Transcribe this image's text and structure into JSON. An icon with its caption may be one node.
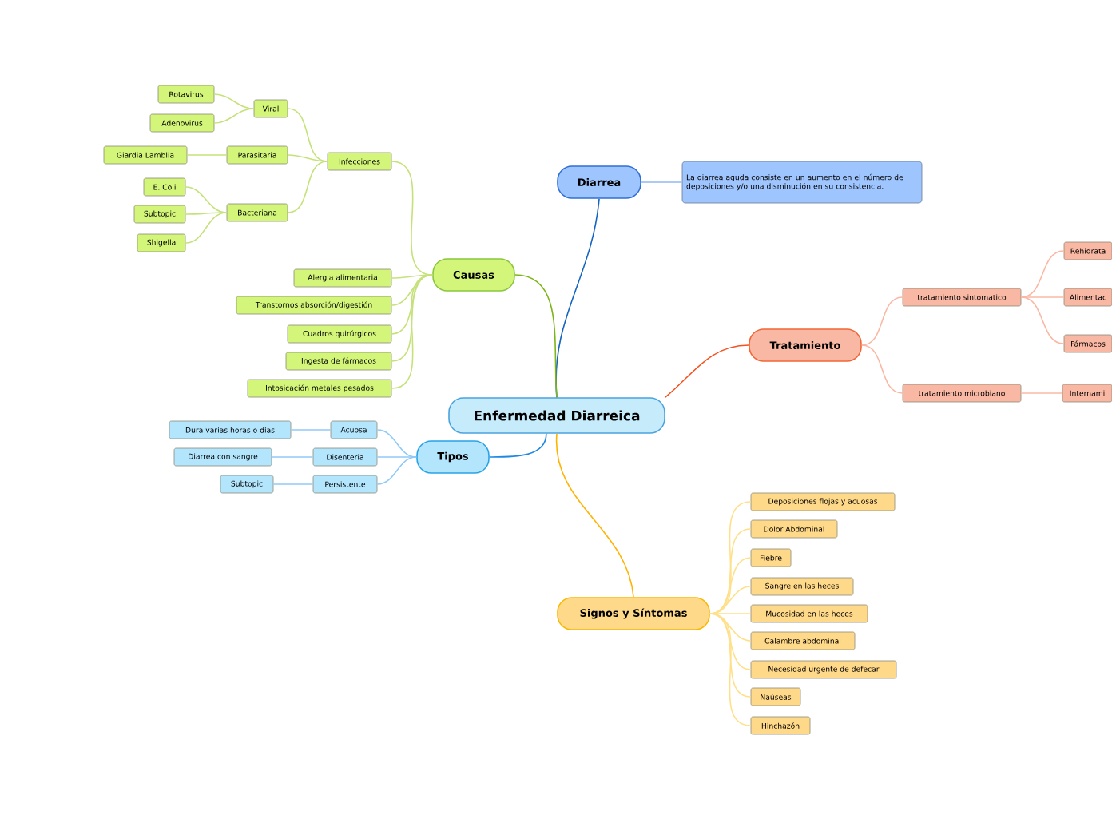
{
  "diagram": {
    "nodes": [
      {
        "text": [
          "Enfermedad Diarreica"
        ]
      },
      {
        "text": [
          "Diarrea"
        ]
      },
      {
        "text": [
          "La diarrea aguda consiste en un aumento en el número de deposiciones y/o una disminución en su consistencia."
        ]
      },
      {
        "text": [
          "Tratamiento"
        ]
      },
      {
        "text": [
          "tratamiento sintomatico"
        ]
      },
      {
        "text": [
          "tratamiento microbiano"
        ]
      },
      {
        "text": [
          "Rehidrata"
        ]
      },
      {
        "text": [
          "Alimentac"
        ]
      },
      {
        "text": [
          "Fármacos"
        ]
      },
      {
        "text": [
          "Internami"
        ]
      },
      {
        "text": [
          "Signos y Síntomas"
        ]
      },
      {
        "text": [
          "Deposiciones flojas y acuosas"
        ]
      },
      {
        "text": [
          "Dolor Abdominal"
        ]
      },
      {
        "text": [
          "Fiebre"
        ]
      },
      {
        "text": [
          "Sangre en las heces"
        ]
      },
      {
        "text": [
          "Mucosidad en las heces"
        ]
      },
      {
        "text": [
          "Calambre abdominal"
        ]
      },
      {
        "text": [
          "Necesidad urgente de defecar"
        ]
      },
      {
        "text": [
          "Naúseas"
        ]
      },
      {
        "text": [
          "Hinchazón"
        ]
      },
      {
        "text": [
          "Causas"
        ]
      },
      {
        "text": [
          "Infecciones"
        ]
      },
      {
        "text": [
          "Viral"
        ]
      },
      {
        "text": [
          "Parasitaria"
        ]
      },
      {
        "text": [
          "Bacteriana"
        ]
      },
      {
        "text": [
          "Rotavirus"
        ]
      },
      {
        "text": [
          "Adenovirus"
        ]
      },
      {
        "text": [
          "Giardia Lamblia"
        ]
      },
      {
        "text": [
          "E. Coli"
        ]
      },
      {
        "text": [
          "Subtopic"
        ]
      },
      {
        "text": [
          "Shigella"
        ]
      },
      {
        "text": [
          "Alergia alimentaria"
        ]
      },
      {
        "text": [
          "Transtornos absorción/digestión"
        ]
      },
      {
        "text": [
          "Cuadros quirúrgicos"
        ]
      },
      {
        "text": [
          "Ingesta de fármacos"
        ]
      },
      {
        "text": [
          "Intosicación metales pesados"
        ]
      },
      {
        "text": [
          "Tipos"
        ]
      },
      {
        "text": [
          "Acuosa"
        ]
      },
      {
        "text": [
          "Disenteria"
        ]
      },
      {
        "text": [
          "Persistente"
        ]
      },
      {
        "text": [
          "Dura varias horas o días"
        ]
      },
      {
        "text": [
          "Diarrea con sangre"
        ]
      },
      {
        "text": [
          "Subtopic"
        ]
      }
    ],
    "edges": [
      {
        "from": 0,
        "to": 1,
        "arrow": "none",
        "color": "#1565c0"
      },
      {
        "from": 1,
        "to": 2,
        "arrow": "none",
        "color": "#90b8f0"
      },
      {
        "from": 0,
        "to": 3,
        "arrow": "none",
        "color": "#f4511e"
      },
      {
        "from": 3,
        "to": 4,
        "arrow": "none",
        "color": "#f9b8a4"
      },
      {
        "from": 3,
        "to": 5,
        "arrow": "none",
        "color": "#f9b8a4"
      },
      {
        "from": 4,
        "to": 6,
        "arrow": "none",
        "color": "#f9b8a4"
      },
      {
        "from": 4,
        "to": 7,
        "arrow": "none",
        "color": "#f9b8a4"
      },
      {
        "from": 4,
        "to": 8,
        "arrow": "none",
        "color": "#f9b8a4"
      },
      {
        "from": 5,
        "to": 9,
        "arrow": "none",
        "color": "#f9b8a4"
      },
      {
        "from": 0,
        "to": 10,
        "arrow": "none",
        "color": "#ffb300"
      },
      {
        "from": 10,
        "to": 11,
        "arrow": "none",
        "color": "#ffe08a"
      },
      {
        "from": 10,
        "to": 12,
        "arrow": "none",
        "color": "#ffe08a"
      },
      {
        "from": 10,
        "to": 13,
        "arrow": "none",
        "color": "#ffe08a"
      },
      {
        "from": 10,
        "to": 14,
        "arrow": "none",
        "color": "#ffe08a"
      },
      {
        "from": 10,
        "to": 15,
        "arrow": "none",
        "color": "#ffe08a"
      },
      {
        "from": 10,
        "to": 16,
        "arrow": "none",
        "color": "#ffe08a"
      },
      {
        "from": 10,
        "to": 17,
        "arrow": "none",
        "color": "#ffe08a"
      },
      {
        "from": 10,
        "to": 18,
        "arrow": "none",
        "color": "#ffe08a"
      },
      {
        "from": 10,
        "to": 19,
        "arrow": "none",
        "color": "#ffe08a"
      },
      {
        "from": 0,
        "to": 20,
        "arrow": "none",
        "color": "#7cb518"
      },
      {
        "from": 20,
        "to": 21,
        "arrow": "none",
        "color": "#c5e27a"
      },
      {
        "from": 21,
        "to": 22,
        "arrow": "none",
        "color": "#c5e27a"
      },
      {
        "from": 21,
        "to": 23,
        "arrow": "none",
        "color": "#c5e27a"
      },
      {
        "from": 21,
        "to": 24,
        "arrow": "none",
        "color": "#c5e27a"
      },
      {
        "from": 22,
        "to": 25,
        "arrow": "none",
        "color": "#c5e27a"
      },
      {
        "from": 22,
        "to": 26,
        "arrow": "none",
        "color": "#c5e27a"
      },
      {
        "from": 23,
        "to": 27,
        "arrow": "none",
        "color": "#c5e27a"
      },
      {
        "from": 24,
        "to": 28,
        "arrow": "none",
        "color": "#c5e27a"
      },
      {
        "from": 24,
        "to": 29,
        "arrow": "none",
        "color": "#c5e27a"
      },
      {
        "from": 24,
        "to": 30,
        "arrow": "none",
        "color": "#c5e27a"
      },
      {
        "from": 20,
        "to": 31,
        "arrow": "none",
        "color": "#c5e27a"
      },
      {
        "from": 20,
        "to": 32,
        "arrow": "none",
        "color": "#c5e27a"
      },
      {
        "from": 20,
        "to": 33,
        "arrow": "none",
        "color": "#c5e27a"
      },
      {
        "from": 20,
        "to": 34,
        "arrow": "none",
        "color": "#c5e27a"
      },
      {
        "from": 20,
        "to": 35,
        "arrow": "none",
        "color": "#c5e27a"
      },
      {
        "from": 0,
        "to": 36,
        "arrow": "none",
        "color": "#1e88e5"
      },
      {
        "from": 36,
        "to": 37,
        "arrow": "none",
        "color": "#90caf9"
      },
      {
        "from": 36,
        "to": 38,
        "arrow": "none",
        "color": "#90caf9"
      },
      {
        "from": 36,
        "to": 39,
        "arrow": "none",
        "color": "#90caf9"
      },
      {
        "from": 37,
        "to": 40,
        "arrow": "none",
        "color": "#90caf9"
      },
      {
        "from": 38,
        "to": 41,
        "arrow": "none",
        "color": "#90caf9"
      },
      {
        "from": 39,
        "to": 42,
        "arrow": "none",
        "color": "#90caf9"
      }
    ]
  }
}
